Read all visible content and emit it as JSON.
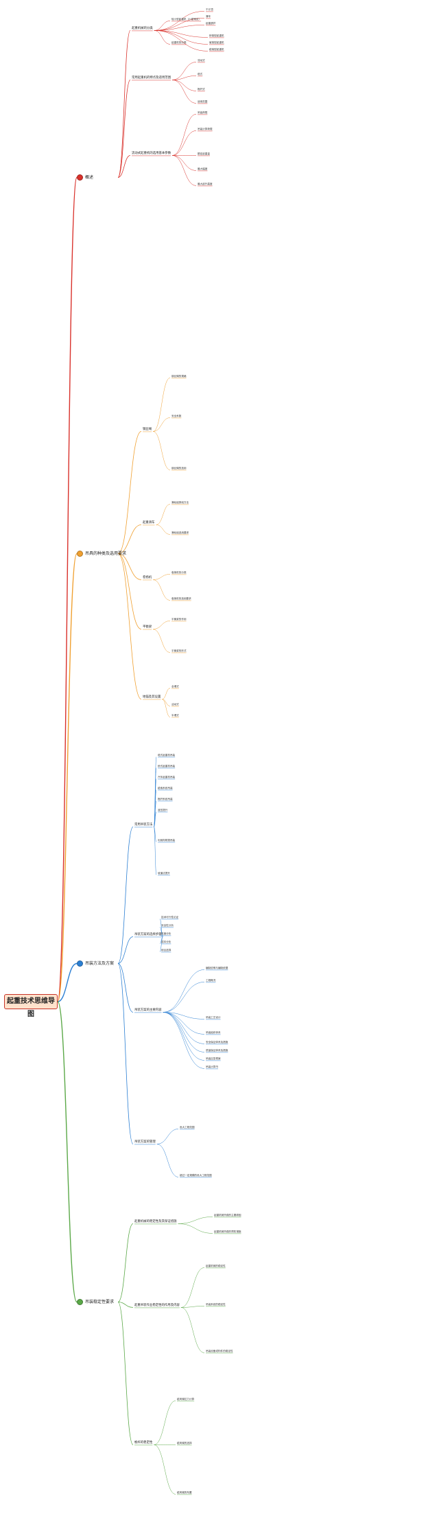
{
  "title": "起重技术思维导图",
  "branches": [
    {
      "label": "概述",
      "color": "#d9302a",
      "children": [
        {
          "label": "起重机械的分类",
          "items": [
            "轻小型起重机（小型常见）",
            "千斤顶",
            "滑车",
            "起重葫芦",
            "起重机的分类",
            "桥架型起重机",
            "臂架型起重机",
            "缆索型起重机"
          ]
        },
        {
          "label": "常用起重机的特点及适用范围",
          "items": [
            "流动式",
            "塔式",
            "桅杆式",
            "适用范围"
          ]
        },
        {
          "label": "流动式起重机的选用基本参数",
          "items": [
            "吊装荷载",
            "吊装计算荷载",
            "额定起重量",
            "最大幅度",
            "最大起升高度"
          ]
        }
      ]
    },
    {
      "label": "吊具的种类及选用要求",
      "color": "#f0a030",
      "children": [
        {
          "label": "钢丝绳",
          "items": [
            "钢丝绳的规格",
            "安全系数",
            "钢丝绳的选用"
          ]
        },
        {
          "label": "起重滑车",
          "items": [
            "滑轮组穿绕方法",
            "滑轮组选用要求"
          ]
        },
        {
          "label": "卷扬机",
          "items": [
            "卷扬机的分类",
            "卷扬机的选用要求"
          ]
        },
        {
          "label": "平衡梁",
          "items": [
            "平衡梁的作用",
            "平衡梁的形式"
          ]
        },
        {
          "label": "地锚及其设置",
          "items": [
            "全埋式",
            "活动式",
            "半埋式"
          ]
        }
      ]
    },
    {
      "label": "吊装方法及方案",
      "color": "#2b7fd3",
      "children": [
        {
          "label": "常用吊装方法",
          "items": [
            "塔式起重机吊装",
            "桥式起重机吊装",
            "汽车起重机吊装",
            "缆索系统吊装",
            "桅杆系统吊装",
            "液压提升",
            "利用构筑物吊装",
            "坡道法提升"
          ]
        },
        {
          "label": "吊装方案的选择步骤",
          "items": [
            "技术可行性论证",
            "安全性分析",
            "进度分析",
            "成本分析",
            "综合选择"
          ]
        },
        {
          "label": "吊装方案的主要内容",
          "items": [
            "编制说明与编制依据",
            "工程概况",
            "吊装工艺设计",
            "吊装组织体系",
            "安全保证体系及措施",
            "质量保证体系及措施",
            "吊装应急预案",
            "吊装计算书"
          ]
        },
        {
          "label": "吊装方案的管理",
          "items": [
            "危大工程范围",
            "超过一定规模的危大工程范围"
          ]
        }
      ]
    },
    {
      "label": "吊装稳定性要求",
      "color": "#5aa847",
      "children": [
        {
          "label": "起重机械的稳定性及其保证措施",
          "items": [
            "起重机械失稳的主要原因",
            "起重机械失稳的预防措施"
          ]
        },
        {
          "label": "起重吊装作业稳定性的作用及内容",
          "items": [
            "起重机械的稳定性",
            "吊装系统的稳定性",
            "吊装设备或构件的稳定性"
          ]
        },
        {
          "label": "桅杆的稳定性",
          "items": [
            "缆风绳拉力计算",
            "缆风绳的选择",
            "缆风绳的布置"
          ]
        }
      ]
    }
  ]
}
